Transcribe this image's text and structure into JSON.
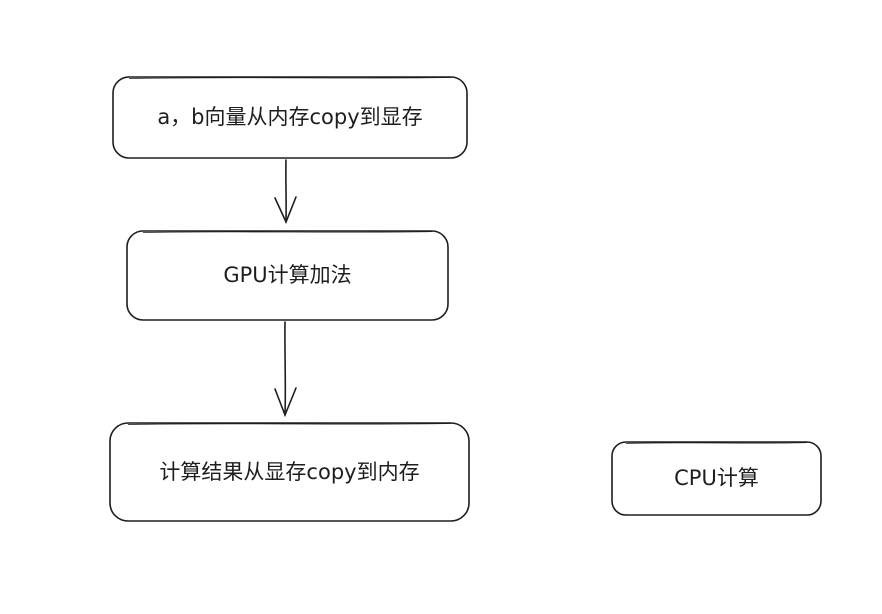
{
  "diagram": {
    "nodes": [
      {
        "id": "n1",
        "text": "a，b向量从内存copy到显存"
      },
      {
        "id": "n2",
        "text": "GPU计算加法"
      },
      {
        "id": "n3",
        "text": "计算结果从显存copy到内存"
      },
      {
        "id": "n4",
        "text": "CPU计算"
      }
    ],
    "edges": [
      {
        "from": "n1",
        "to": "n2"
      },
      {
        "from": "n2",
        "to": "n3"
      }
    ],
    "colors": {
      "stroke": "#1e1e1e",
      "fill": "#ffffff",
      "background": "#ffffff"
    }
  }
}
